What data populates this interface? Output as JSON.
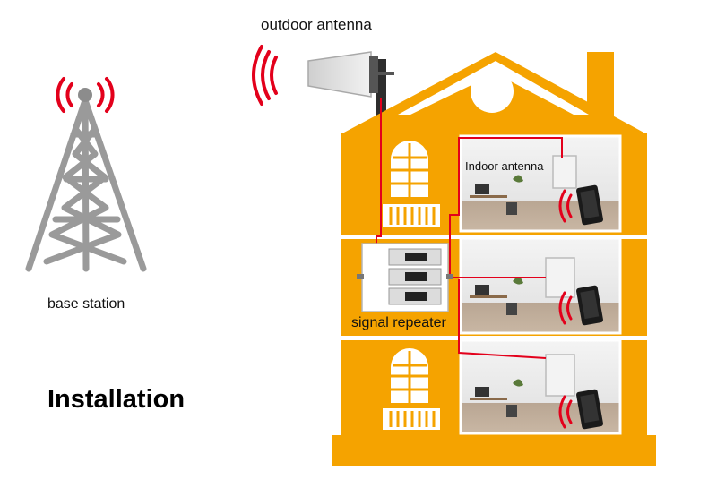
{
  "labels": {
    "outdoor_antenna": "outdoor antenna",
    "indoor_antenna": "Indoor antenna",
    "base_station": "base station",
    "signal_repeater": "signal repeater",
    "installation": "Installation"
  },
  "colors": {
    "house_orange": "#f5a300",
    "cable_red": "#e3001b",
    "tower_gray": "#9a9a9a",
    "signal_red": "#e3001b"
  }
}
